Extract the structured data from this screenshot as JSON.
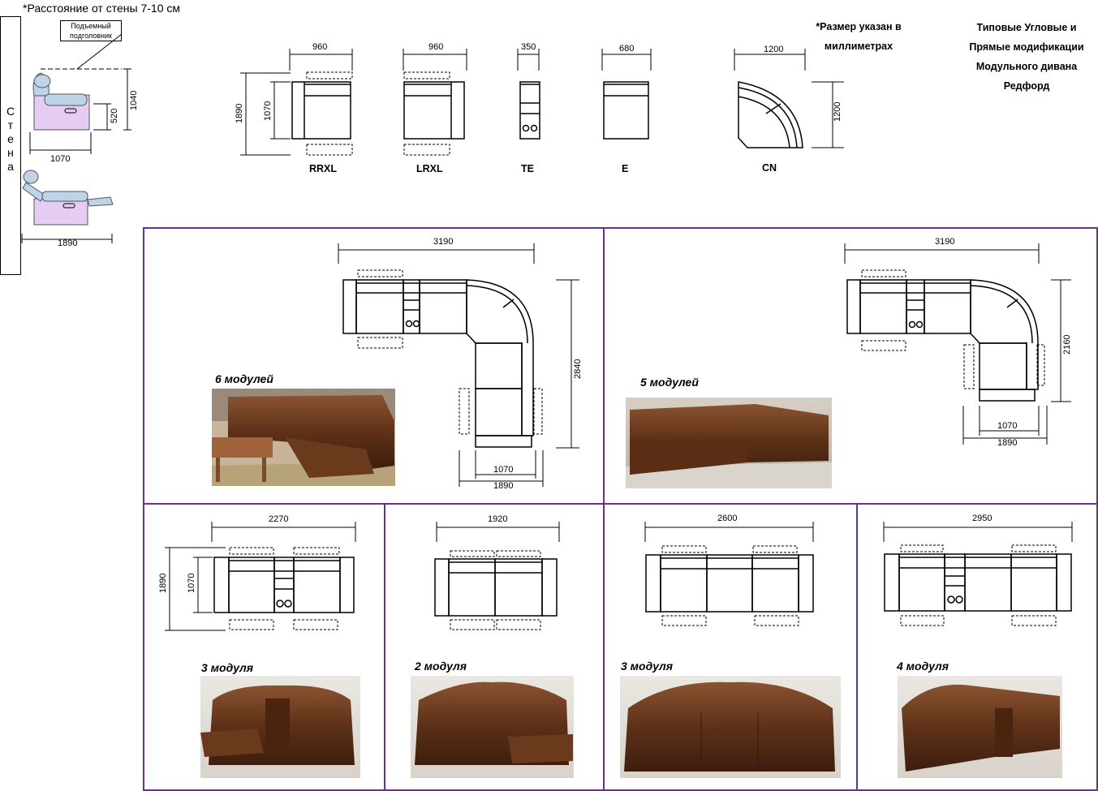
{
  "distance_note": "*Расстояние от стены 7-10 см",
  "wall_label": "С т е н а",
  "headrest_label": "Подъемный подголовник",
  "size_note": "*Размер указан в миллиметрах",
  "title_lines": [
    "Типовые Угловые и",
    "Прямые  модификации",
    "Модульного дивана",
    "Редфорд"
  ],
  "recliner_dims": {
    "depth_closed": "1070",
    "depth_open": "1890",
    "height": "1040",
    "seat": "520"
  },
  "modules": [
    {
      "code": "RRXL",
      "width": "960"
    },
    {
      "code": "LRXL",
      "width": "960"
    },
    {
      "code": "TE",
      "width": "350"
    },
    {
      "code": "E",
      "width": "680"
    },
    {
      "code": "CN",
      "width": "1200"
    }
  ],
  "module_depths": {
    "open": "1890",
    "closed": "1070",
    "corner": "1200"
  },
  "configs": [
    {
      "caption": "6 модулей",
      "width": "3190",
      "depth": "2840",
      "leg_closed": "1070",
      "leg_open": "1890"
    },
    {
      "caption": "5 модулей",
      "width": "3190",
      "depth": "2160",
      "leg_closed": "1070",
      "leg_open": "1890"
    },
    {
      "caption": "3 модуля",
      "width": "2270",
      "open": "1890",
      "closed": "1070"
    },
    {
      "caption": "2 модуля",
      "width": "1920"
    },
    {
      "caption": "3 модуля",
      "width": "2600"
    },
    {
      "caption": "4 модуля",
      "width": "2950"
    }
  ],
  "colors": {
    "panel_border": "#6b2f96",
    "recliner_body": "#e6ccf2",
    "recliner_cushion": "#bcd3e8",
    "leather": "#6b3a1c"
  }
}
